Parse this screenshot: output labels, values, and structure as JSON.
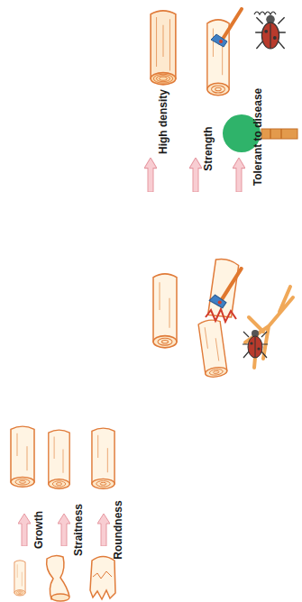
{
  "diagram": {
    "labels": [
      "Growth",
      "Straitness",
      "Roundness",
      "High density",
      "Strength",
      "Tolerant to disease"
    ]
  }
}
